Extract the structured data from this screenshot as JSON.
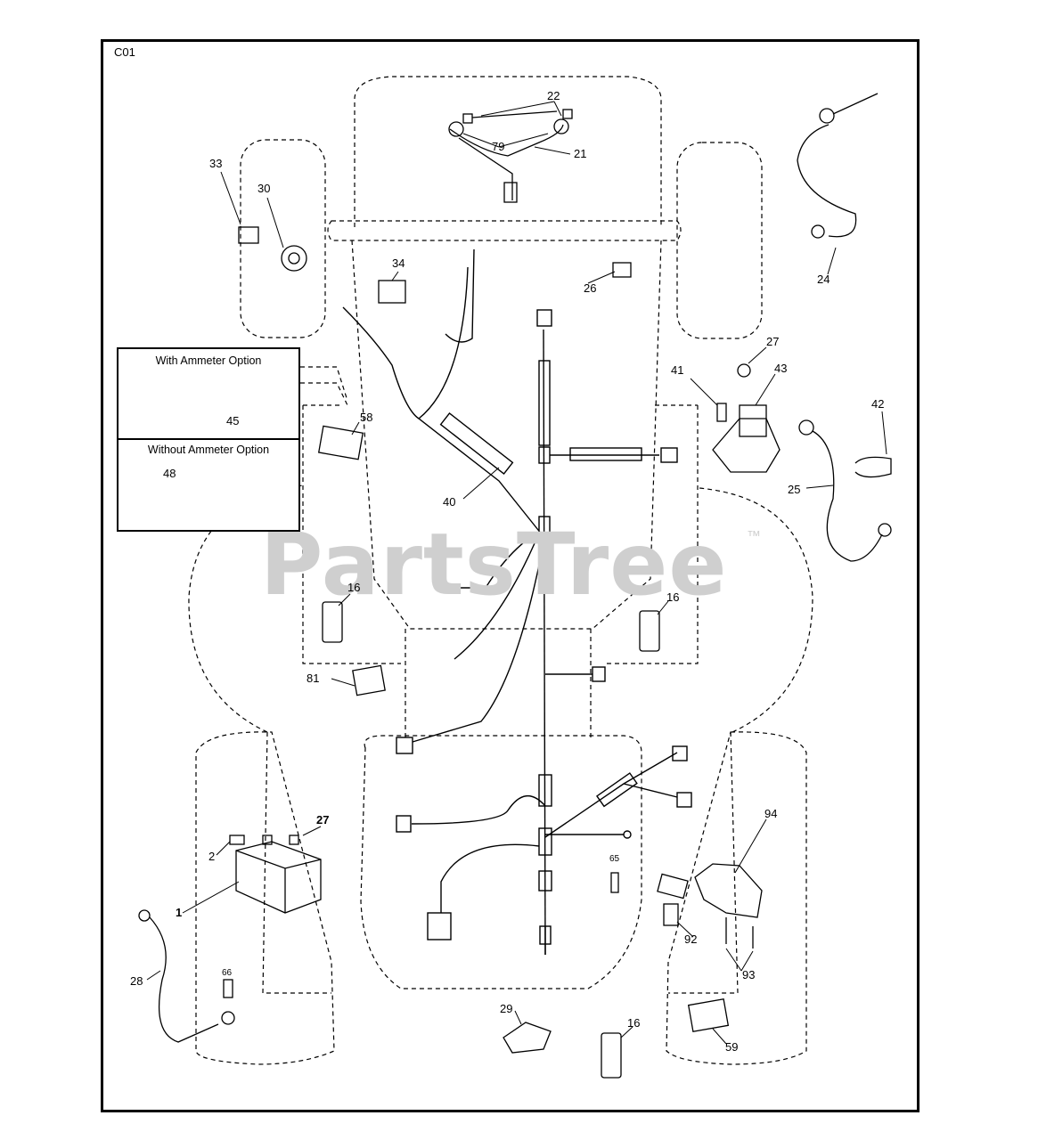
{
  "diagram": {
    "page_code": "C01",
    "watermark": "PartsTree",
    "watermark_mark": "™",
    "inset": {
      "with_label": "With Ammeter Option",
      "without_label": "Without Ammeter Option",
      "with_part": "45",
      "without_part": "48"
    },
    "callouts": {
      "c22": "22",
      "c79": "79",
      "c21": "21",
      "c33": "33",
      "c30": "30",
      "c24": "24",
      "c34": "34",
      "c26": "26",
      "c27a": "27",
      "c41": "41",
      "c43": "43",
      "c42": "42",
      "c58": "58",
      "c25": "25",
      "c40": "40",
      "c16a": "16",
      "c16b": "16",
      "c81": "81",
      "c27b": "27",
      "c2": "2",
      "c1": "1",
      "c94": "94",
      "c65": "65",
      "c92": "92",
      "c93": "93",
      "c28": "28",
      "c66": "66",
      "c29": "29",
      "c16c": "16",
      "c59": "59"
    }
  }
}
